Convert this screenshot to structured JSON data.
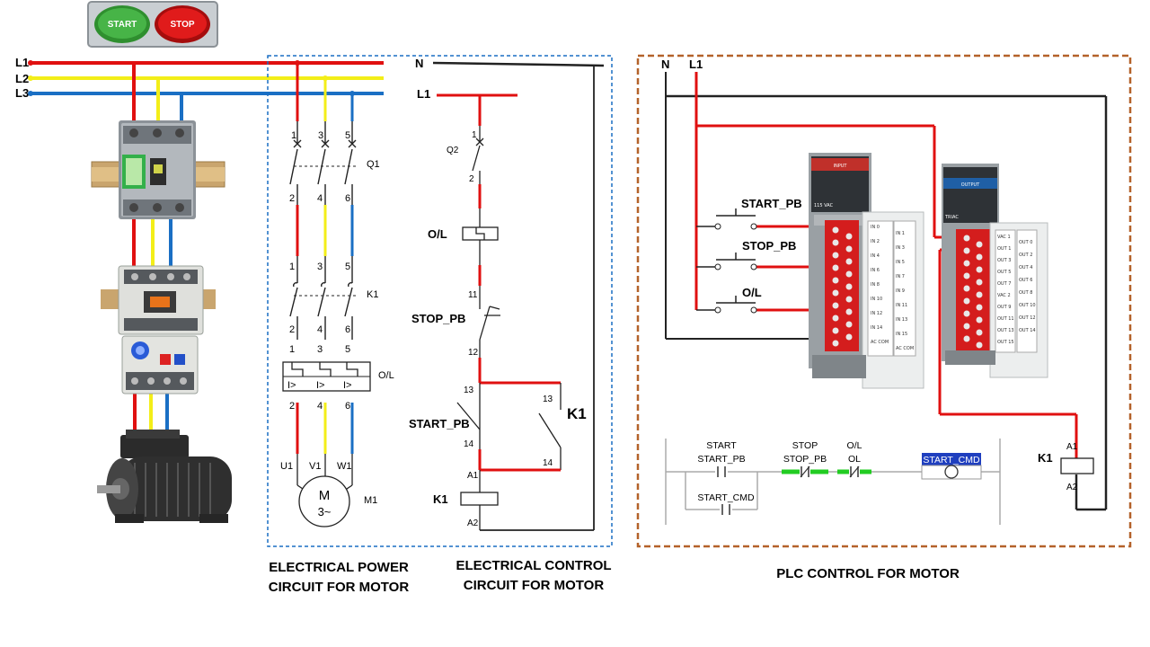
{
  "buttons": {
    "start": "START",
    "stop": "STOP"
  },
  "bus": {
    "l1": "L1",
    "l2": "L2",
    "l3": "L3"
  },
  "power": {
    "terminals_top": [
      "1",
      "3",
      "5"
    ],
    "terminals_mid": [
      "2",
      "4",
      "6"
    ],
    "q1": "Q1",
    "k1": "K1",
    "ol": "O/L",
    "overload_marks": [
      "I>",
      "I>",
      "I>"
    ],
    "motor_terminals": [
      "U1",
      "V1",
      "W1"
    ],
    "motor_symbol": "M",
    "motor_phase": "3~",
    "motor_name": "M1",
    "caption_line1": "ELECTRICAL POWER",
    "caption_line2": "CIRCUIT FOR MOTOR"
  },
  "control": {
    "n": "N",
    "l1": "L1",
    "q2": "Q2",
    "n1": "1",
    "n2": "2",
    "ol": "O/L",
    "n11": "11",
    "stop_pb": "STOP_PB",
    "n12": "12",
    "n13": "13",
    "start_pb": "START_PB",
    "n14": "14",
    "k1_13": "13",
    "k1_14": "14",
    "k1_contact": "K1",
    "a1": "A1",
    "k1_coil": "K1",
    "a2": "A2",
    "caption_line1": "ELECTRICAL CONTROL",
    "caption_line2": "CIRCUIT FOR MOTOR"
  },
  "plc": {
    "n": "N",
    "l1": "L1",
    "start_pb": "START_PB",
    "stop_pb": "STOP_PB",
    "ol": "O/L",
    "input_module": "INPUT",
    "input_voltage": "115 VAC",
    "output_module": "OUTPUT",
    "output_type": "TRIAC",
    "k1": "K1",
    "a1": "A1",
    "a2": "A2",
    "input_labels": [
      "IN 0",
      "IN 2",
      "IN 4",
      "IN 6",
      "IN 8",
      "IN 10",
      "IN 12",
      "IN 14",
      "AC COM"
    ],
    "input_labels_r": [
      "IN 1",
      "IN 3",
      "IN 5",
      "IN 7",
      "IN 9",
      "IN 11",
      "IN 13",
      "IN 15",
      "AC COM"
    ],
    "output_labels": [
      "VAC 1",
      "OUT 1",
      "OUT 3",
      "OUT 5",
      "OUT 7",
      "VAC 2",
      "OUT 9",
      "OUT 11",
      "OUT 13",
      "OUT 15"
    ],
    "output_labels_l": [
      "OUT 0",
      "OUT 2",
      "OUT 4",
      "OUT 6",
      "OUT 8",
      "OUT 10",
      "OUT 12",
      "OUT 14"
    ],
    "ladder": {
      "start_desc": "START",
      "start_tag": "START_PB",
      "stop_desc": "STOP",
      "stop_tag": "STOP_PB",
      "ol_desc": "O/L",
      "ol_tag": "OL",
      "coil_tag": "START_CMD",
      "seal_tag": "START_CMD"
    },
    "caption": "PLC CONTROL FOR MOTOR"
  },
  "colors": {
    "red": "#e01010",
    "yellow": "#f3ee18",
    "blue": "#1a6fc4",
    "dash_blue": "#1a6fc4",
    "dash_brown": "#b4622a",
    "green": "#22cc22"
  }
}
